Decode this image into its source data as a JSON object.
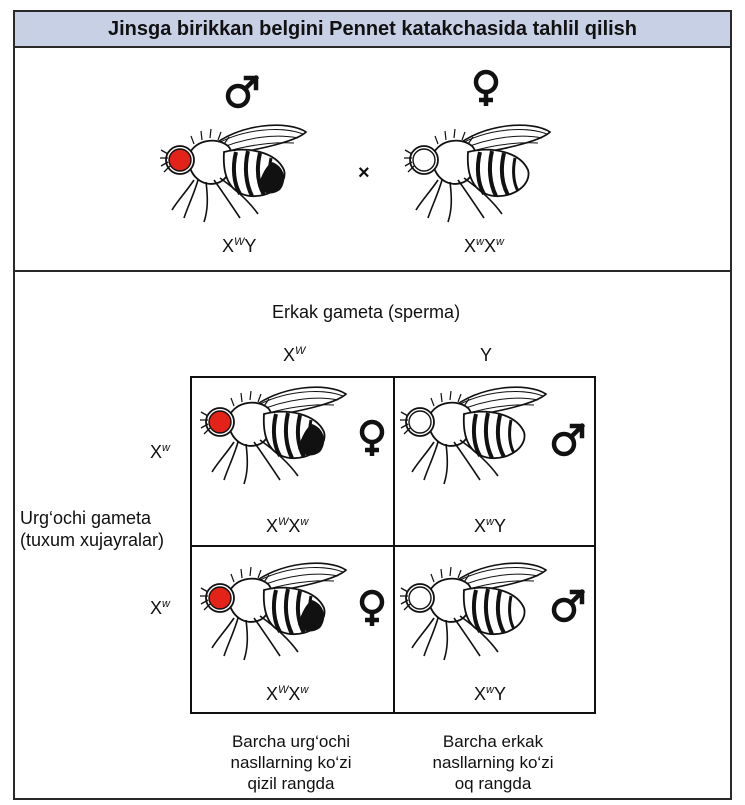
{
  "title": "Jinsga birikkan belgini Pennet katakchasida tahlil qilish",
  "parents": {
    "male": {
      "genotype_base1": "X",
      "genotype_sup1": "W",
      "genotype_base2": "Y",
      "eye_color": "#e32219"
    },
    "cross_symbol": "×",
    "female": {
      "genotype_base1": "X",
      "genotype_sup1": "w",
      "genotype_base2": "X",
      "genotype_sup2": "w",
      "eye_color": "#ffffff"
    }
  },
  "male_gametes": {
    "header": "Erkak gameta (sperma)",
    "g1_base": "X",
    "g1_sup": "W",
    "g2": "Y"
  },
  "female_gametes": {
    "label_line1": "Urg‘ochi gameta",
    "label_line2": "(tuxum xujayralar)",
    "g1_base": "X",
    "g1_sup": "w",
    "g2_base": "X",
    "g2_sup": "w"
  },
  "punnett": {
    "cells": [
      {
        "b1": "X",
        "s1": "W",
        "b2": "X",
        "s2": "w"
      },
      {
        "b1": "X",
        "s1": "w",
        "b2": "Y",
        "s2": ""
      },
      {
        "b1": "X",
        "s1": "W",
        "b2": "X",
        "s2": "w"
      },
      {
        "b1": "X",
        "s1": "w",
        "b2": "Y",
        "s2": ""
      }
    ]
  },
  "captions": {
    "left_line1": "Barcha urg‘ochi",
    "left_line2": "nasllarning ko‘zi",
    "left_line3": "qizil rangda",
    "right_line1": "Barcha erkak",
    "right_line2": "nasllarning ko‘zi",
    "right_line3": "oq rangda"
  },
  "colors": {
    "red_eye": "#e32219",
    "white_eye": "#ffffff",
    "title_bg": "#c8d0e6"
  }
}
